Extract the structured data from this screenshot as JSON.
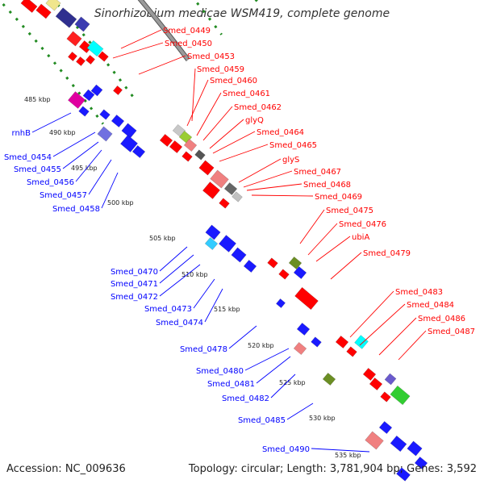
{
  "title": "Sinorhizobium medicae WSM419, complete genome",
  "footer": {
    "accession": "Accession: NC_009636",
    "summary": "Topology: circular; Length: 3,781,904 bp; Genes: 3,592"
  },
  "colors": {
    "forward_gene": "#ff0000",
    "reverse_gene": "#0000ff",
    "backbone": "#9a9a9a",
    "dotted_guides": "#228b22"
  },
  "ruler_labels": [
    "485 kbp",
    "490 kbp",
    "495 kbp",
    "500 kbp",
    "505 kbp",
    "510 kbp",
    "515 kbp",
    "520 kbp",
    "525 kbp",
    "530 kbp",
    "535 kbp"
  ],
  "forward_gene_labels": [
    "Smed_0449",
    "Smed_0450",
    "Smed_0453",
    "Smed_0459",
    "Smed_0460",
    "Smed_0461",
    "Smed_0462",
    "glyQ",
    "Smed_0464",
    "Smed_0465",
    "glyS",
    "Smed_0467",
    "Smed_0468",
    "Smed_0469",
    "Smed_0475",
    "Smed_0476",
    "ubiA",
    "Smed_0479",
    "Smed_0483",
    "Smed_0484",
    "Smed_0486",
    "Smed_0487"
  ],
  "reverse_gene_labels": [
    "rnhB",
    "Smed_0454",
    "Smed_0455",
    "Smed_0456",
    "Smed_0457",
    "Smed_0458",
    "Smed_0470",
    "Smed_0471",
    "Smed_0472",
    "Smed_0473",
    "Smed_0474",
    "Smed_0478",
    "Smed_0480",
    "Smed_0481",
    "Smed_0482",
    "Smed_0485",
    "Smed_0490"
  ]
}
